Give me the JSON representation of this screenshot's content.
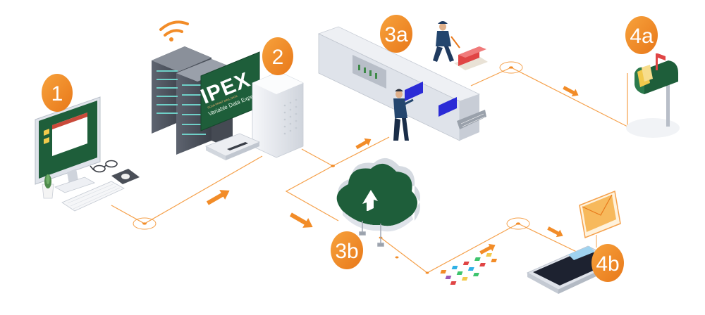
{
  "badges": {
    "step1": "1",
    "step2": "2",
    "step3a": "3a",
    "step3b": "3b",
    "step4a": "4a",
    "step4b": "4b"
  },
  "logo": {
    "name": "IPEX",
    "tagline": "Variable Data Expertise",
    "micro": "SCAN  PRINT  MAIL  DATA"
  },
  "colors": {
    "accent_orange": "#f28c28",
    "line_orange": "#f5a04a",
    "brand_green": "#1e5e3a",
    "screen_blue": "#2b2bd6",
    "device_gray": "#dfe3ea"
  },
  "icons": [
    "wifi-icon",
    "upload-arrow-icon",
    "envelope-icon",
    "mailbox-icon",
    "smartphone-icon",
    "server-rack-icon",
    "computer-icon",
    "printer-icon",
    "cloud-icon"
  ]
}
